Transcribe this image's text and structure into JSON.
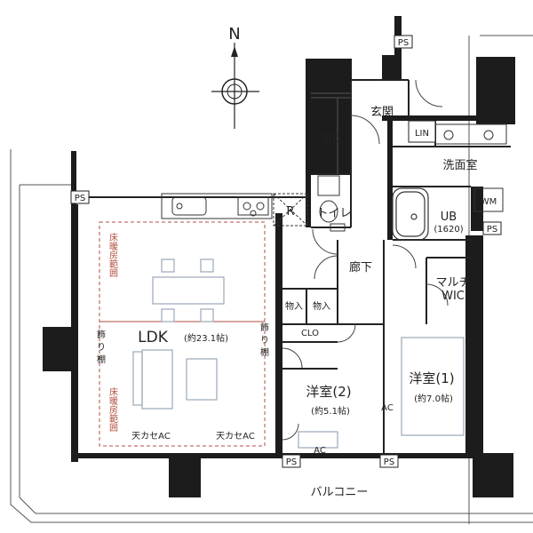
{
  "compass": {
    "north": "N"
  },
  "rooms": {
    "ldk_name": "LDK",
    "ldk_area": "(約23.1帖)",
    "western1_name": "洋室(1)",
    "western1_area": "(約7.0帖)",
    "western2_name": "洋室(2)",
    "western2_area": "(約5.1帖)",
    "entrance": "玄関",
    "sic": "SIC",
    "toilet": "トイレ",
    "washroom": "洗面室",
    "ub": "UB",
    "ub_size": "(1620)",
    "corridor": "廊下",
    "multi_wic_1": "マルチ",
    "multi_wic_2": "WIC",
    "balcony": "バルコニー"
  },
  "fixtures": {
    "ps": "PS",
    "lin": "LIN",
    "wm": "WM",
    "r": "R",
    "clo": "CLO",
    "storage": "物入",
    "deco_shelf_1": "飾",
    "deco_shelf_2": "り",
    "deco_shelf_3": "棚",
    "ceiling_ac": "天カセAC",
    "ac": "AC",
    "floor_heating": "床暖房範囲"
  },
  "colors": {
    "wall": "#1c1c1c",
    "floor_heating": "#b35040",
    "furniture": "#9aa8b8"
  }
}
